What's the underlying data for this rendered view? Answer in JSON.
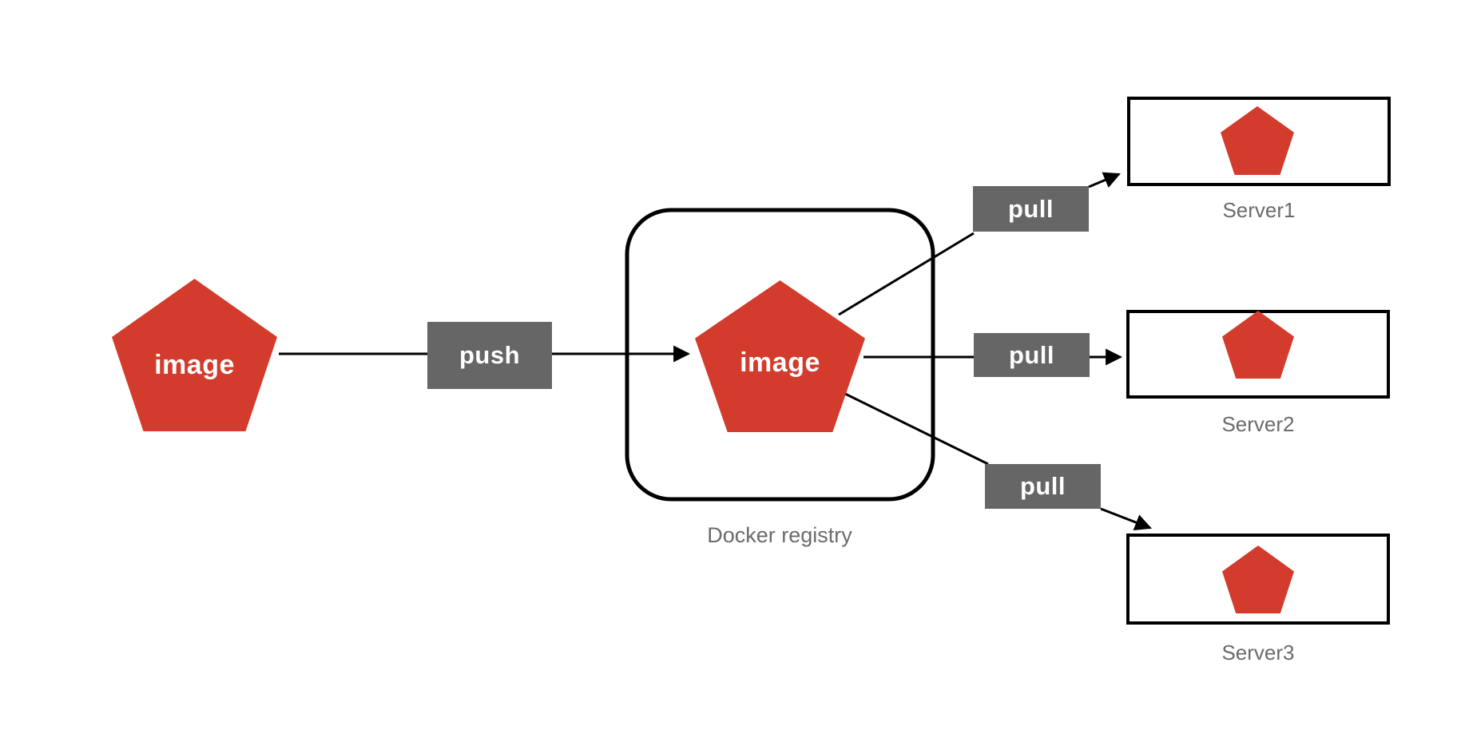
{
  "colors": {
    "shape_red": "#d33b2c",
    "action_box_gray": "#666666",
    "caption_gray": "#6b6b6b",
    "connector_black": "#000000",
    "shape_label_white": "#ffffff",
    "background": "#ffffff"
  },
  "nodes": {
    "source_image": {
      "label": "image",
      "shape": "pentagon"
    },
    "push_action": {
      "label": "push"
    },
    "docker_registry": {
      "caption": "Docker registry",
      "image": {
        "label": "image",
        "shape": "pentagon"
      }
    },
    "pull_action_top": {
      "label": "pull"
    },
    "pull_action_middle": {
      "label": "pull"
    },
    "pull_action_bottom": {
      "label": "pull"
    },
    "server1": {
      "caption": "Server1",
      "shape": "pentagon"
    },
    "server2": {
      "caption": "Server2",
      "shape": "pentagon"
    },
    "server3": {
      "caption": "Server3",
      "shape": "pentagon"
    }
  }
}
